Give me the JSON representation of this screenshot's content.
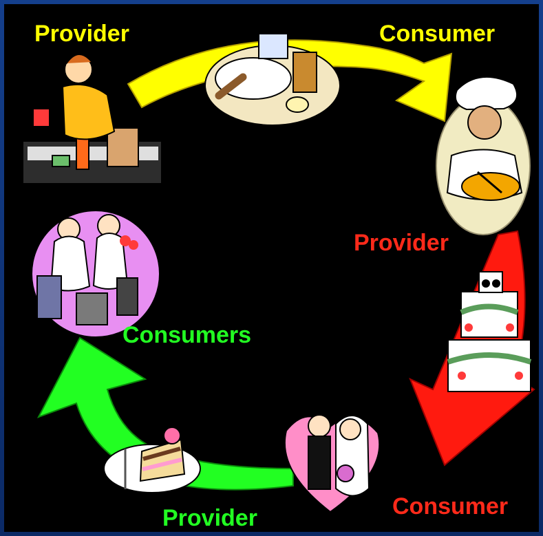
{
  "colors": {
    "yellow": "#ffff00",
    "red": "#ff2a1a",
    "green": "#22ff22"
  },
  "labels": {
    "provider_top_left": "Provider",
    "consumer_top_right": "Consumer",
    "provider_middle_right": "Provider",
    "consumer_bottom_right": "Consumer",
    "provider_bottom": "Provider",
    "consumers_middle_left": "Consumers"
  }
}
